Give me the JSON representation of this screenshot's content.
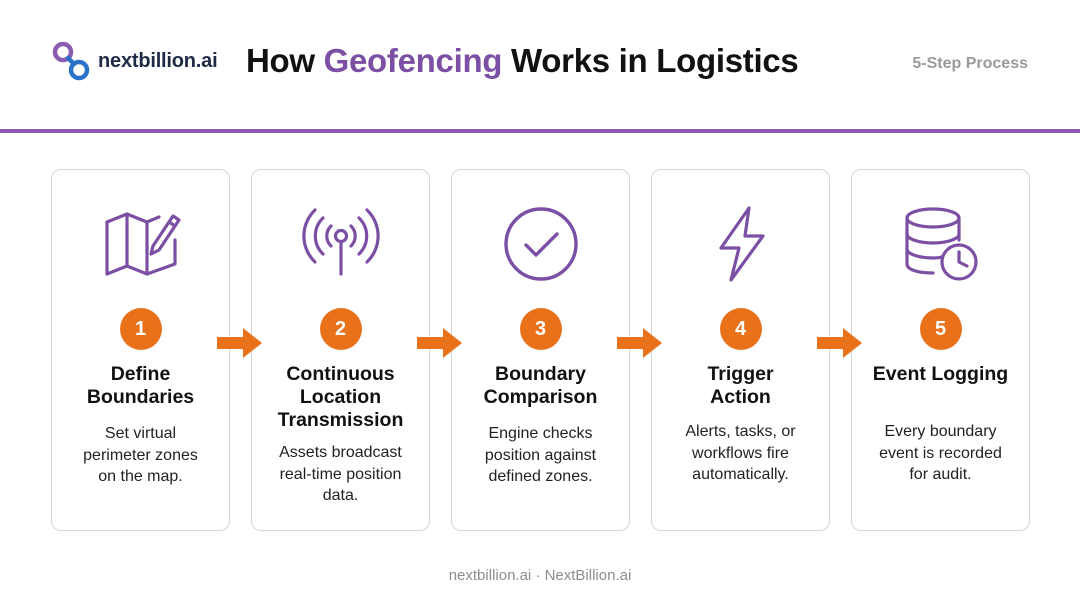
{
  "header": {
    "logo_text": "nextbillion.ai",
    "title_prefix": "How ",
    "title_accent": "Geofencing",
    "title_suffix": " Works in Logistics",
    "step_label": "5-Step Process"
  },
  "colors": {
    "accent_purple": "#7b4fa3",
    "rule_purple": "#8a5bb0",
    "badge_orange": "#e8711a",
    "logo_blue": "#2a73c9"
  },
  "steps": [
    {
      "number": "1",
      "title": "Define\nBoundaries",
      "description": "Set virtual\nperimeter zones\non the map.",
      "icon": "map-pencil-icon"
    },
    {
      "number": "2",
      "title": "Continuous\nLocation\nTransmission",
      "description": "Assets broadcast\nreal-time position\ndata.",
      "icon": "broadcast-antenna-icon"
    },
    {
      "number": "3",
      "title": "Boundary\nComparison",
      "description": "Engine checks\nposition against\ndefined zones.",
      "icon": "check-circle-icon"
    },
    {
      "number": "4",
      "title": "Trigger\nAction",
      "description": "Alerts, tasks, or\nworkflows fire\nautomatically.",
      "icon": "lightning-bolt-icon"
    },
    {
      "number": "5",
      "title": "Event Logging",
      "description": "Every boundary\nevent is recorded\nfor audit.",
      "icon": "database-clock-icon"
    }
  ],
  "footer": {
    "text": "nextbillion.ai · NextBillion.ai"
  }
}
